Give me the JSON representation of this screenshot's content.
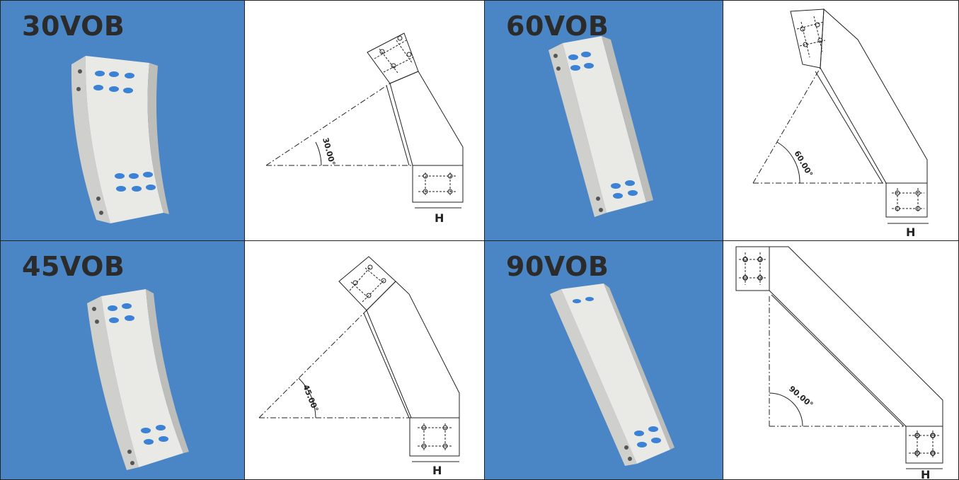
{
  "panels": [
    {
      "label": "30VOB",
      "angle_label": "30.00°",
      "width_label": "H"
    },
    {
      "label": "60VOB",
      "angle_label": "60.00°",
      "width_label": "H"
    },
    {
      "label": "45VOB",
      "angle_label": "45.00°",
      "width_label": "H"
    },
    {
      "label": "90VOB",
      "angle_label": "90.00°",
      "width_label": "H"
    }
  ],
  "colors": {
    "photo_background": "#4a86c5",
    "tray_metal": "#e8e8e6",
    "perforation": "#3b82d6",
    "line": "#222222"
  }
}
